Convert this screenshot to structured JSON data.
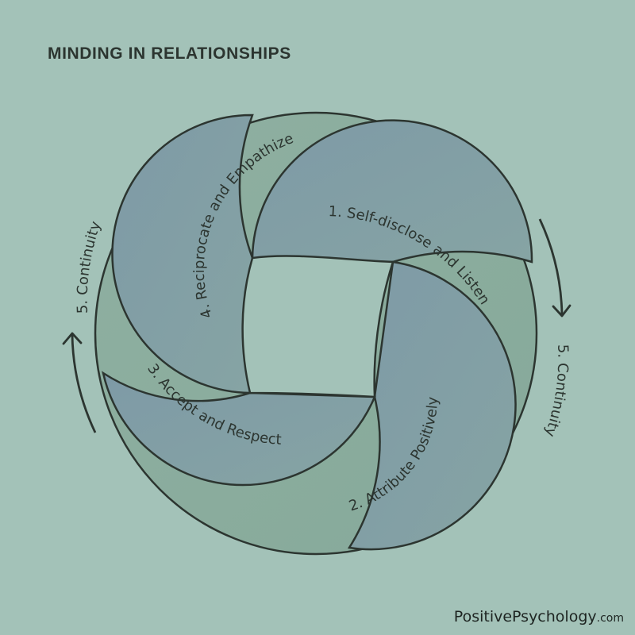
{
  "title": "MINDING IN RELATIONSHIPS",
  "stages": {
    "self_disclose": "1. Self-disclose and Listen",
    "attribute": "2. Attribute Positively",
    "accept": "3. Accept and Respect",
    "reciprocate": "4. Reciprocate and Empathize"
  },
  "continuity": {
    "left": "5. Continuity",
    "right": "5. Continuity"
  },
  "footer": {
    "brand": "PositivePsychology",
    "tld": ".com"
  },
  "colors": {
    "background": "#a3c2b8",
    "band_light": "#89ac9d",
    "band_dark": "#7d9ea8",
    "ink": "#2c3530"
  }
}
